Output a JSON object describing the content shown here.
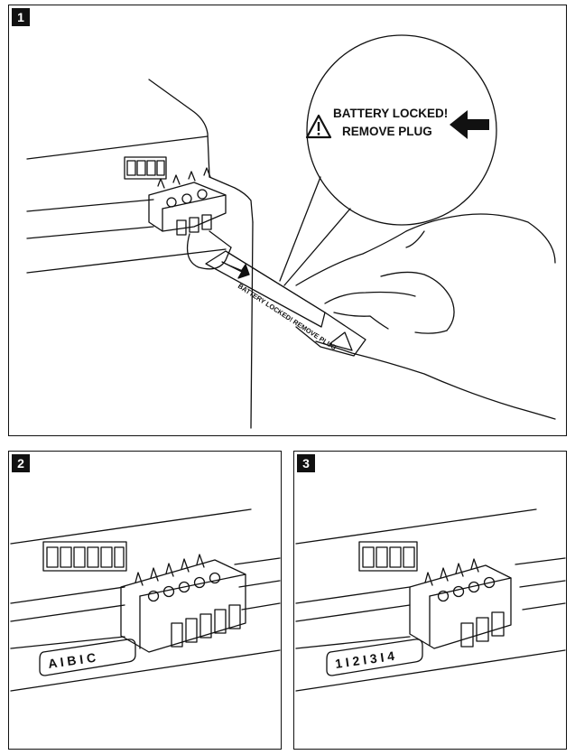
{
  "panels": [
    {
      "number": "1"
    },
    {
      "number": "2"
    },
    {
      "number": "3"
    }
  ],
  "bubble": {
    "line1": "BATTERY LOCKED!",
    "line2": "REMOVE PLUG"
  },
  "tag_text": "BATTERY LOCKED! REMOVE PLUG",
  "label_abc": "A I B I C",
  "label_1234": "1 I 2 I 3 I 4"
}
